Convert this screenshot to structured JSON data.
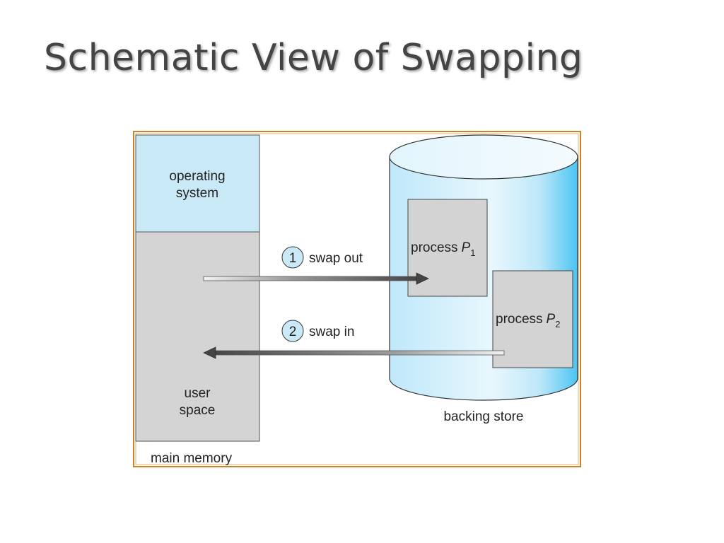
{
  "slide": {
    "title": "Schematic View of Swapping"
  },
  "diagram": {
    "main_memory": {
      "caption": "main memory",
      "os_line1": "operating",
      "os_line2": "system",
      "user_line1": "user",
      "user_line2": "space"
    },
    "backing_store": {
      "caption": "backing store",
      "process1": {
        "prefix": "process",
        "var": "P",
        "sub": "1"
      },
      "process2": {
        "prefix": "process",
        "var": "P",
        "sub": "2"
      }
    },
    "steps": [
      {
        "number": "1",
        "label": "swap out"
      },
      {
        "number": "2",
        "label": "swap in"
      }
    ],
    "colors": {
      "frame_border": "#c8822a",
      "os_region": "#c9e9f7",
      "user_region": "#d4d4d4",
      "process_box": "#d3d3d3",
      "cylinder_light": "#e6f6fd",
      "cylinder_dark": "#4cc4f2",
      "arrow": "#555555"
    }
  }
}
